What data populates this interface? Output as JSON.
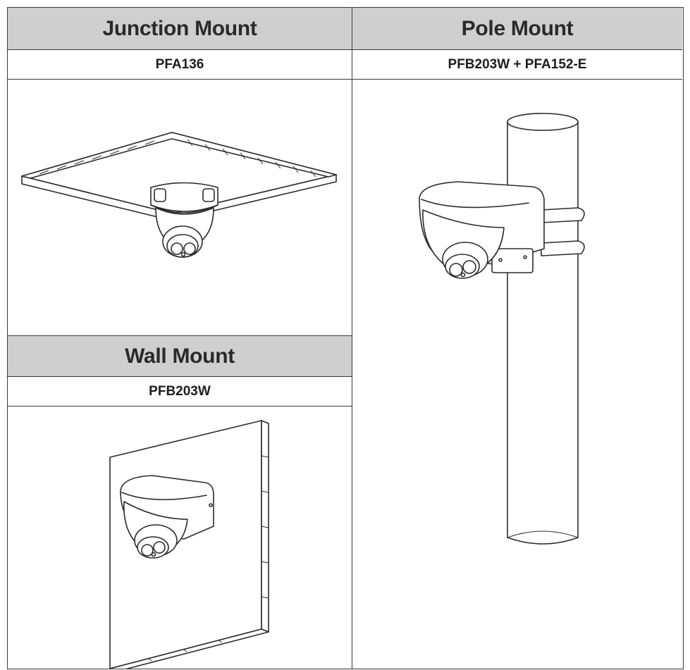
{
  "junction": {
    "title": "Junction Mount",
    "model": "PFA136"
  },
  "pole": {
    "title": "Pole Mount",
    "model": "PFB203W + PFA152-E"
  },
  "wall": {
    "title": "Wall Mount",
    "model": "PFB203W"
  },
  "colors": {
    "header_bg": "#cfcfcf",
    "border": "#3a3a3a",
    "line": "#2b2b2b"
  }
}
